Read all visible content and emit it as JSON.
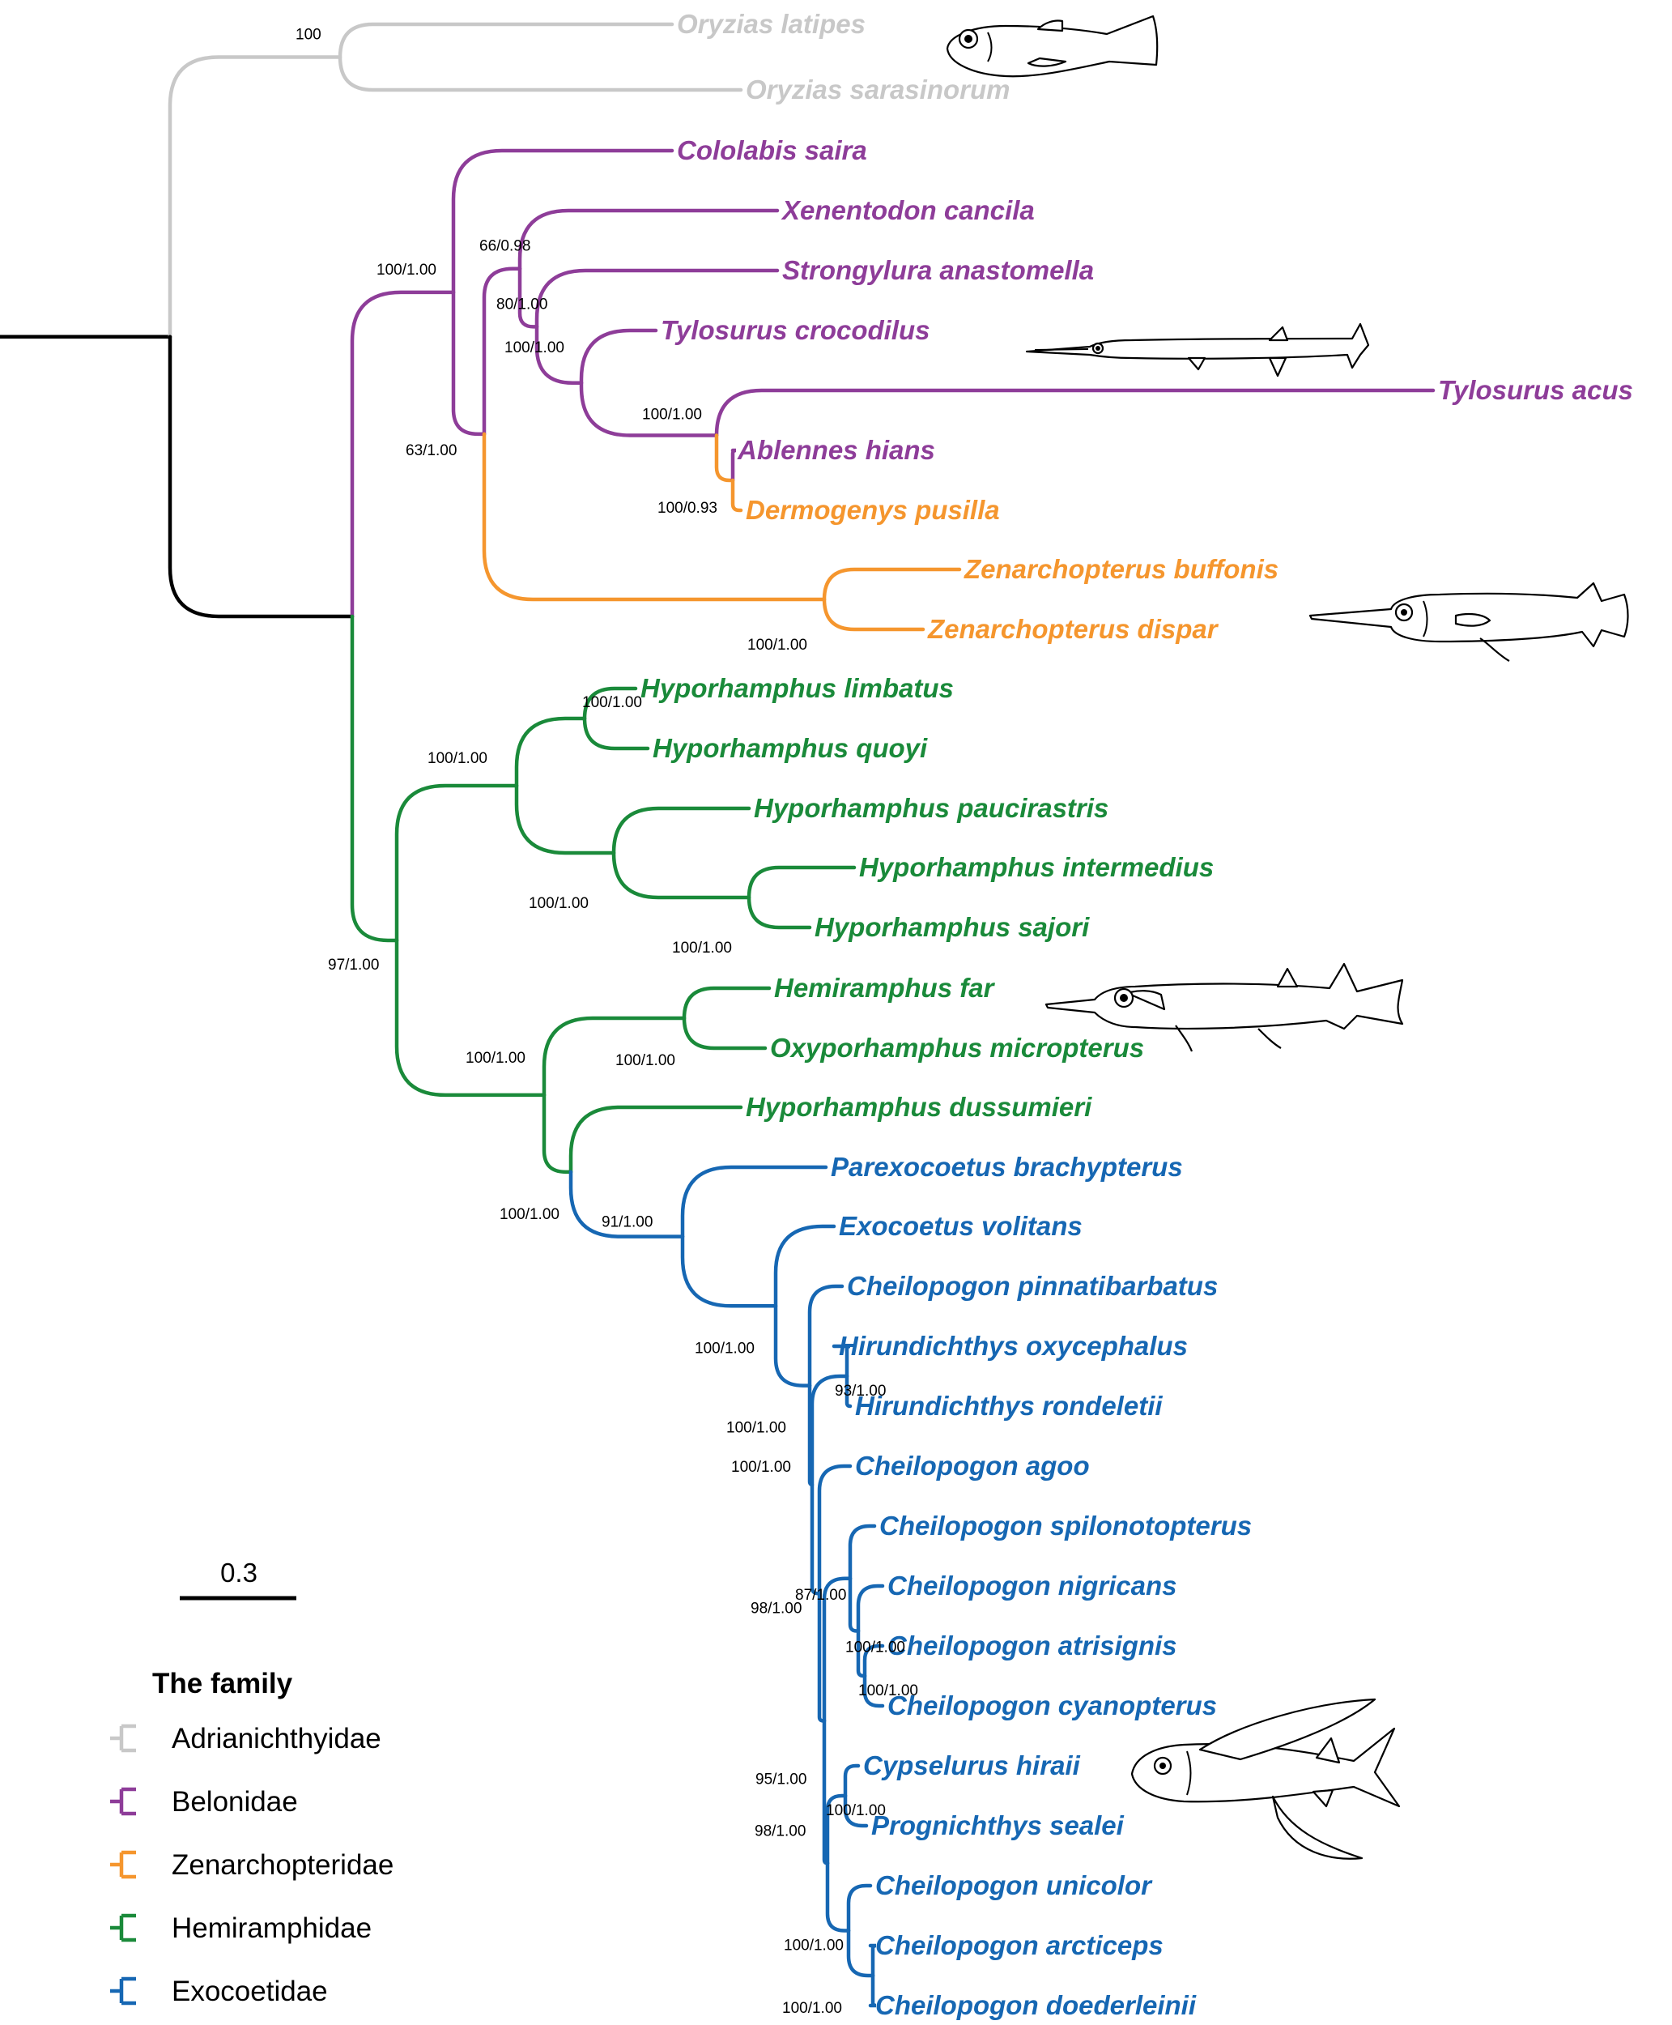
{
  "colors": {
    "Adrianichthyidae": "#c8c8c8",
    "Belonidae": "#8e3d99",
    "Zenarchopteridae": "#f5962e",
    "Hemiramphidae": "#1a8a3a",
    "Exocoetidae": "#1667b3",
    "backbone": "#000000"
  },
  "tips": [
    {
      "name": "Oryzias latipes",
      "family": "Adrianichthyidae"
    },
    {
      "name": "Oryzias sarasinorum",
      "family": "Adrianichthyidae"
    },
    {
      "name": "Cololabis saira",
      "family": "Belonidae"
    },
    {
      "name": "Xenentodon cancila",
      "family": "Belonidae"
    },
    {
      "name": "Strongylura anastomella",
      "family": "Belonidae"
    },
    {
      "name": "Tylosurus crocodilus",
      "family": "Belonidae"
    },
    {
      "name": "Tylosurus acus",
      "family": "Belonidae"
    },
    {
      "name": "Ablennes hians",
      "family": "Belonidae"
    },
    {
      "name": "Dermogenys pusilla",
      "family": "Zenarchopteridae"
    },
    {
      "name": "Zenarchopterus buffonis",
      "family": "Zenarchopteridae"
    },
    {
      "name": "Zenarchopterus dispar",
      "family": "Zenarchopteridae"
    },
    {
      "name": "Hyporhamphus limbatus",
      "family": "Hemiramphidae"
    },
    {
      "name": "Hyporhamphus quoyi",
      "family": "Hemiramphidae"
    },
    {
      "name": "Hyporhamphus paucirastris",
      "family": "Hemiramphidae"
    },
    {
      "name": "Hyporhamphus intermedius",
      "family": "Hemiramphidae"
    },
    {
      "name": "Hyporhamphus sajori",
      "family": "Hemiramphidae"
    },
    {
      "name": "Hemiramphus far",
      "family": "Hemiramphidae"
    },
    {
      "name": "Oxyporhamphus micropterus",
      "family": "Hemiramphidae"
    },
    {
      "name": "Hyporhamphus dussumieri",
      "family": "Hemiramphidae"
    },
    {
      "name": "Parexocoetus brachypterus",
      "family": "Exocoetidae"
    },
    {
      "name": "Exocoetus volitans",
      "family": "Exocoetidae"
    },
    {
      "name": "Cheilopogon pinnatibarbatus",
      "family": "Exocoetidae"
    },
    {
      "name": "Hirundichthys oxycephalus",
      "family": "Exocoetidae"
    },
    {
      "name": "Hirundichthys rondeletii",
      "family": "Exocoetidae"
    },
    {
      "name": "Cheilopogon agoo",
      "family": "Exocoetidae"
    },
    {
      "name": "Cheilopogon spilonotopterus",
      "family": "Exocoetidae"
    },
    {
      "name": "Cheilopogon nigricans",
      "family": "Exocoetidae"
    },
    {
      "name": "Cheilopogon atrisignis",
      "family": "Exocoetidae"
    },
    {
      "name": "Cheilopogon cyanopterus",
      "family": "Exocoetidae"
    },
    {
      "name": "Cypselurus hiraii",
      "family": "Exocoetidae"
    },
    {
      "name": "Prognichthys sealei",
      "family": "Exocoetidae"
    },
    {
      "name": "Cheilopogon unicolor",
      "family": "Exocoetidae"
    },
    {
      "name": "Cheilopogon arcticeps",
      "family": "Exocoetidae"
    },
    {
      "name": "Cheilopogon doederleinii",
      "family": "Exocoetidae"
    }
  ],
  "supports": [
    "100",
    "100/1.00",
    "66/0.98",
    "80/1.00",
    "100/1.00",
    "100/1.00",
    "63/1.00",
    "100/0.93",
    "100/1.00",
    "100/1.00",
    "100/1.00",
    "100/1.00",
    "100/1.00",
    "100/1.00",
    "97/1.00",
    "100/1.00",
    "100/1.00",
    "91/1.00",
    "100/1.00",
    "100/1.00",
    "93/1.00",
    "100/1.00",
    "98/1.00",
    "100/1.00",
    "87/1.00",
    "100/1.00",
    "100/1.00",
    "95/1.00",
    "100/1.00",
    "98/1.00",
    "100/1.00",
    "100/1.00"
  ],
  "scale_bar": {
    "label": "0.3",
    "value": 0.3
  },
  "legend": {
    "title": "The family",
    "items": [
      {
        "label": "Adrianichthyidae"
      },
      {
        "label": "Belonidae"
      },
      {
        "label": "Zenarchopteridae"
      },
      {
        "label": "Hemiramphidae"
      },
      {
        "label": "Exocoetidae"
      }
    ]
  }
}
